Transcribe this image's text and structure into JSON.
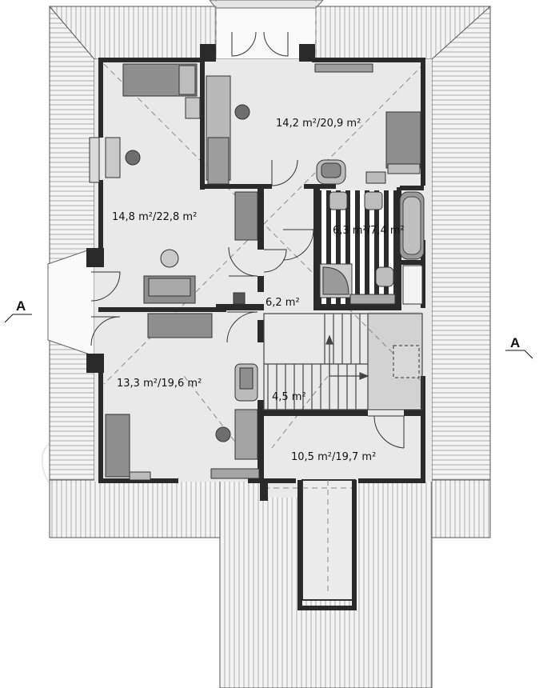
{
  "section_mark": "A",
  "watermark": "extradom",
  "rooms": [
    {
      "id": "bedroom-top-right",
      "label": "14,2 m²/20,9 m²"
    },
    {
      "id": "bedroom-left",
      "label": "14,8 m²/22,8 m²"
    },
    {
      "id": "bathroom",
      "label": "6,3 m²/7,4 m²"
    },
    {
      "id": "hall",
      "label": "6,2 m²"
    },
    {
      "id": "bedroom-bottom-left",
      "label": "13,3 m²/19,6 m²"
    },
    {
      "id": "stairs",
      "label": "4,5 m²"
    },
    {
      "id": "room-bottom-right",
      "label": "10,5 m²/19,7 m²"
    }
  ],
  "colors": {
    "wall": "#2a2a2a",
    "floor": "#e6e6e6",
    "roof_line": "#8c8c8c",
    "furniture": "#8e8e8e"
  }
}
